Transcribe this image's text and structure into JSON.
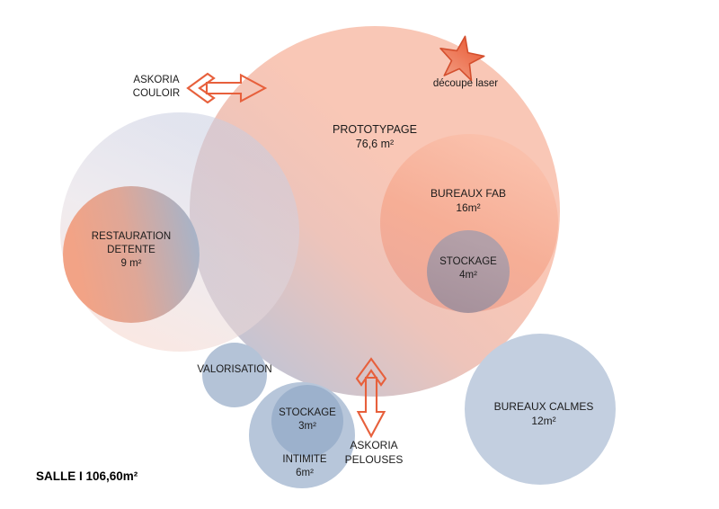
{
  "title": "SALLE I 106,60m²",
  "bubbles": [
    {
      "id": "prototypage",
      "label": "PROTOTYPAGE",
      "area": "76,6 m²",
      "area_m2": 76.6
    },
    {
      "id": "bureaux-fab",
      "label": "BUREAUX FAB",
      "area": "16m²",
      "area_m2": 16
    },
    {
      "id": "stockage-fab",
      "label": "STOCKAGE",
      "area": "4m²",
      "area_m2": 4
    },
    {
      "id": "restauration",
      "label": "RESTAURATION DETENTE",
      "area": "9 m²",
      "area_m2": 9
    },
    {
      "id": "valorisation",
      "label": "VALORISATION",
      "area": ""
    },
    {
      "id": "stockage-intimite",
      "label": "STOCKAGE",
      "area": "3m²",
      "area_m2": 3
    },
    {
      "id": "intimite",
      "label": "INTIMITE",
      "area": "6m²",
      "area_m2": 6
    },
    {
      "id": "bureaux-calmes",
      "label": "BUREAUX CALMES",
      "area": "12m²",
      "area_m2": 12
    }
  ],
  "annotations": {
    "askoria_couloir": "ASKORIA COULOIR",
    "askoria_pelouses": "ASKORIA PELOUSES",
    "decoupe_laser": "découpe laser"
  },
  "colors": {
    "accent_arrow": "#E7603C",
    "star_fill": "#EC674A",
    "star_stroke": "#D44F2E"
  }
}
